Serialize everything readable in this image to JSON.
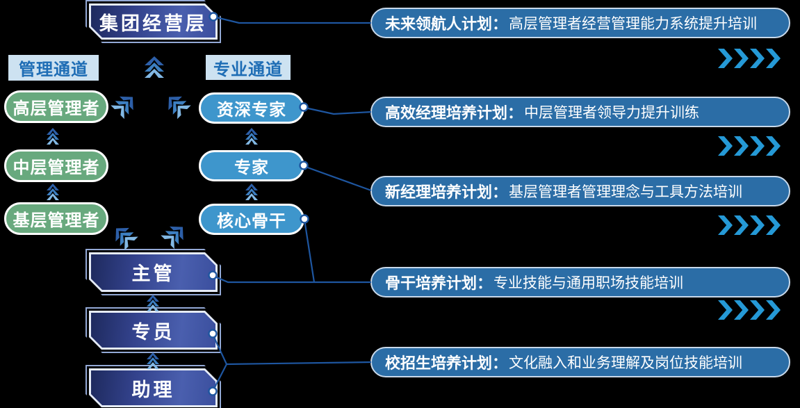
{
  "top_box": {
    "label": "集团经营层"
  },
  "management_channel": {
    "header": "管理通道",
    "levels": [
      {
        "label": "高层管理者"
      },
      {
        "label": "中层管理者"
      },
      {
        "label": "基层管理者"
      }
    ]
  },
  "professional_channel": {
    "header": "专业通道",
    "levels": [
      {
        "label": "资深专家"
      },
      {
        "label": "专家"
      },
      {
        "label": "核心骨干"
      }
    ]
  },
  "base_levels": [
    {
      "label": "主管"
    },
    {
      "label": "专员"
    },
    {
      "label": "助理"
    }
  ],
  "programs": [
    {
      "name": "未来领航人计划：",
      "desc": "高层管理者经营管理能力系统提升培训"
    },
    {
      "name": "高效经理培养计划：",
      "desc": "中层管理者领导力提升训练"
    },
    {
      "name": "新经理培养计划：",
      "desc": "基层管理者管理理念与工具方法培训"
    },
    {
      "name": "骨干培养计划：",
      "desc": "专业技能与通用职场技能培训"
    },
    {
      "name": "校招生培养计划：",
      "desc": "文化融入和业务理解及岗位技能培训"
    }
  ],
  "icons": {
    "up_arrow": "triple-chevron-up",
    "flow_arrow": "quad-chevron-right",
    "connector_dot": "white-circle"
  },
  "colors": {
    "background": "#000000",
    "bar_fill": "#2b6da6",
    "bar_border": "#c9d9ea",
    "green_pill": "#68a97e",
    "blue_pill": "#3e96cc",
    "header_bg": "#cde2f1",
    "header_text": "#1e6db5",
    "box_gradient_dark": "#1e2a5e",
    "box_gradient_light": "#4a5fae",
    "flow_chevron": "#2599d6",
    "connector_line": "#1e56a0",
    "arrow_dark": "#2d5fa8",
    "arrow_mid": "#3d7fc1",
    "arrow_light": "#82b8e4"
  }
}
